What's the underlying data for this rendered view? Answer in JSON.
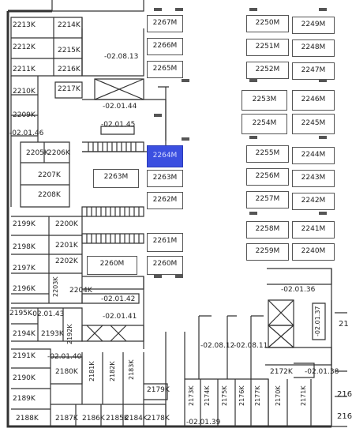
{
  "highlight_color": "#3b4fe0",
  "storage_left": [
    "2213K",
    "2214K",
    "2212K",
    "2215K",
    "2211K",
    "2216K",
    "2217K",
    "2210K",
    "2209K",
    "2205K",
    "2206K",
    "2207K",
    "2208K",
    "2199K",
    "2200K",
    "2198K",
    "2201K",
    "2197K",
    "2202K",
    "2196K",
    "2203K",
    "2204K",
    "2195K",
    "2194K",
    "2193K",
    "2192K",
    "2191K",
    "2180K",
    "2190K",
    "2181K",
    "2182K",
    "2183K",
    "2189K",
    "2188K",
    "2187K",
    "2186K",
    "2185K",
    "2184K",
    "2178K",
    "2179K"
  ],
  "storage_bottom": [
    "2173K",
    "2174K",
    "2175K",
    "2176K",
    "2177K",
    "2170K",
    "2171K",
    "2172K"
  ],
  "parking": [
    "2267M",
    "2266M",
    "2265M",
    "2264M",
    "2263M",
    "2262M",
    "2263M",
    "2261M",
    "2260M",
    "2260M",
    "2250M",
    "2249M",
    "2251M",
    "2248M",
    "2252M",
    "2247M",
    "2253M",
    "2246M",
    "2254M",
    "2245M",
    "2255M",
    "2244M",
    "2256M",
    "2243M",
    "2257M",
    "2242M",
    "2258M",
    "2241M",
    "2259M",
    "2240M"
  ],
  "zones": [
    "-02.08.13",
    "-02.01.44",
    "-02.01.45",
    "-02.01.46",
    "-02.01.42",
    "-02.01.43",
    "-02.01.41",
    "-02.01.40",
    "-02.08.12",
    "-02.08.11",
    "-02.01.36",
    "-02.01.37",
    "-02.01.38",
    "-02.01.39"
  ],
  "partial": [
    "21",
    "216",
    "216"
  ],
  "selected": "2264M"
}
